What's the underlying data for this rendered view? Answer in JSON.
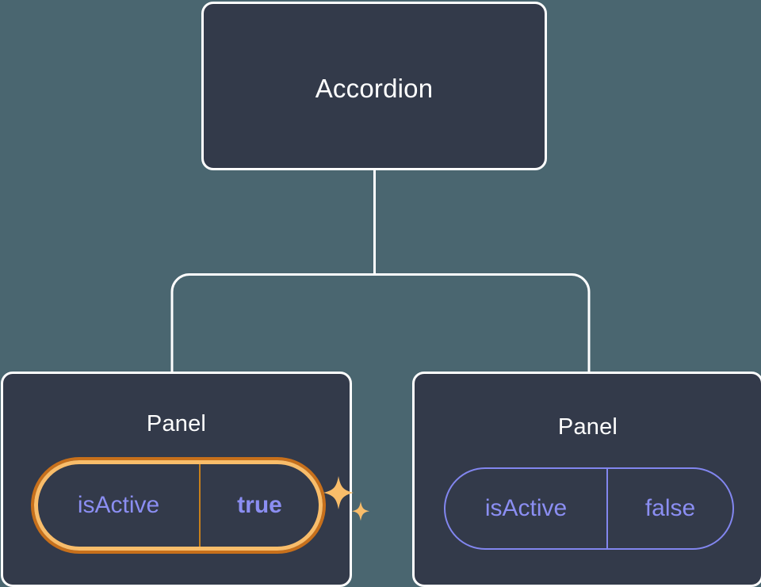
{
  "diagram": {
    "type": "component-tree",
    "background_color": "#4a6670",
    "node_fill_color": "#333a4a",
    "node_border_color": "#ffffff",
    "connector_color": "#ffffff",
    "highlight_outer_color": "#c8701b",
    "highlight_inner_color": "#f9bd6a",
    "prop_text_color": "#8b8ef2",
    "pill_border_color": "#8286ef",
    "sparkle_color": "#f9bd6a",
    "root": {
      "label": "Accordion"
    },
    "children": [
      {
        "label": "Panel",
        "highlighted": true,
        "prop": {
          "name": "isActive",
          "value": "true"
        }
      },
      {
        "label": "Panel",
        "highlighted": false,
        "prop": {
          "name": "isActive",
          "value": "false"
        }
      }
    ]
  },
  "icons": {
    "sparkle_large": "sparkle-icon",
    "sparkle_small": "sparkle-small-icon"
  }
}
